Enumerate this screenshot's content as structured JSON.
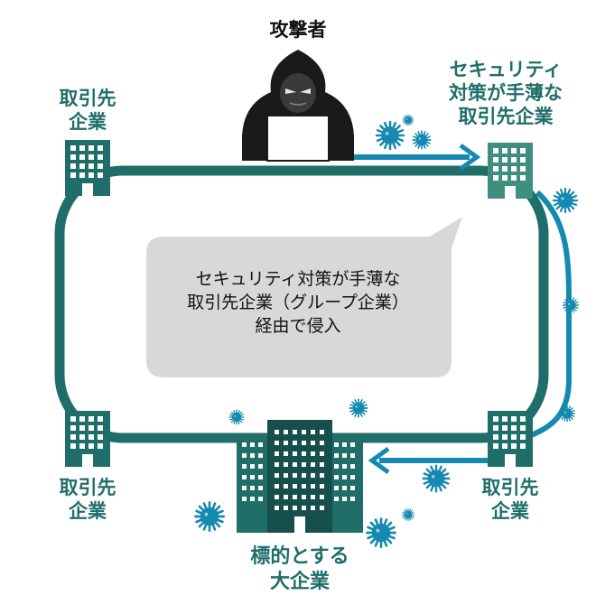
{
  "attacker": {
    "label": "攻撃者"
  },
  "partners": {
    "top_left": {
      "line1": "取引先",
      "line2": "企業"
    },
    "top_right_weak": {
      "line1": "セキュリティ",
      "line2": "対策が手薄な",
      "line3": "取引先企業"
    },
    "bottom_left": {
      "line1": "取引先",
      "line2": "企業"
    },
    "bottom_right": {
      "line1": "取引先",
      "line2": "企業"
    }
  },
  "target": {
    "line1": "標的とする",
    "line2": "大企業"
  },
  "callout": {
    "line1": "セキュリティ対策が手薄な",
    "line2": "取引先企業（グループ企業）",
    "line3": "経由で侵入"
  },
  "colors": {
    "teal": "#1f6e6a",
    "attack_blue": "#1589b0",
    "bubble": "#d8d8d8",
    "hacker": "#1a1a1a"
  },
  "icons": [
    "hacker-icon",
    "building-icon",
    "skyscraper-icon",
    "virus-icon"
  ]
}
